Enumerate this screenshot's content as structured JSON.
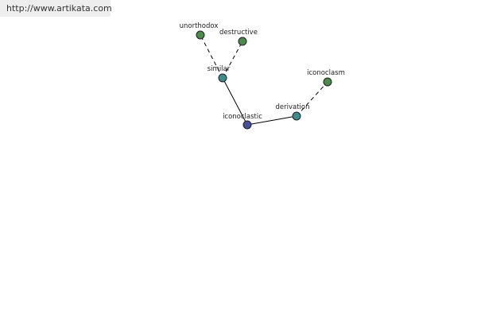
{
  "watermark": {
    "url_text": "http://www.artikata.com"
  },
  "graph": {
    "colors": {
      "center": "#4a4f9c",
      "related": "#3f8a8a",
      "leaf": "#4a8a4a"
    },
    "nodes": [
      {
        "id": "iconoclastic",
        "label": "iconoclastic",
        "kind": "center"
      },
      {
        "id": "similar",
        "label": "similar",
        "kind": "related"
      },
      {
        "id": "unorthodox",
        "label": "unorthodox",
        "kind": "leaf"
      },
      {
        "id": "destructive",
        "label": "destructive",
        "kind": "leaf"
      },
      {
        "id": "derivation",
        "label": "derivation",
        "kind": "related"
      },
      {
        "id": "iconoclasm",
        "label": "iconoclasm",
        "kind": "leaf"
      }
    ],
    "edges": [
      {
        "from": "iconoclastic",
        "to": "similar",
        "style": "solid"
      },
      {
        "from": "iconoclastic",
        "to": "derivation",
        "style": "solid"
      },
      {
        "from": "similar",
        "to": "unorthodox",
        "style": "dashed"
      },
      {
        "from": "similar",
        "to": "destructive",
        "style": "dashed"
      },
      {
        "from": "derivation",
        "to": "iconoclasm",
        "style": "dashed"
      }
    ]
  }
}
